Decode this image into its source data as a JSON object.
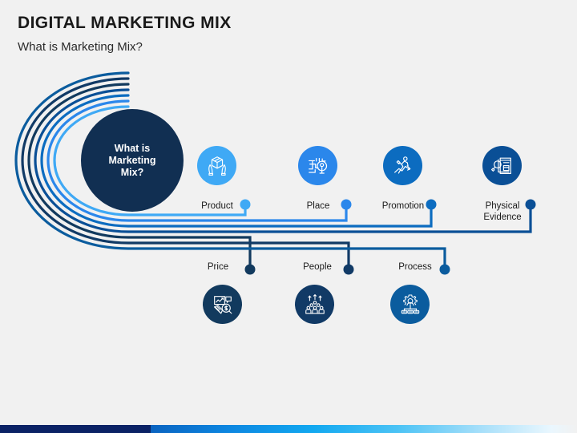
{
  "header": {
    "title": "DIGITAL MARKETING MIX",
    "subtitle": "What is Marketing Mix?"
  },
  "hub": {
    "line1": "What is",
    "line2": "Marketing",
    "line3": "Mix?",
    "color": "#112f52",
    "text_color": "#ffffff"
  },
  "colors": {
    "background": "#f1f1f1",
    "title_color": "#1a1a1a",
    "bar_navy": "#0b2265",
    "bar_blue": "#12a8f0"
  },
  "nodes": [
    {
      "id": "product",
      "label": "Product",
      "icon": "package-hands-icon",
      "color": "#3fa9f5",
      "row": "top",
      "label_position": "below"
    },
    {
      "id": "place",
      "label": "Place",
      "icon": "map-pin-icon",
      "color": "#2b87eb",
      "row": "top",
      "label_position": "below"
    },
    {
      "id": "promotion",
      "label": "Promotion",
      "icon": "growth-arrow-person-icon",
      "color": "#0c6cc0",
      "row": "top",
      "label_position": "below"
    },
    {
      "id": "physical-evidence",
      "label": "Physical\nEvidence",
      "icon": "magnifier-document-icon",
      "color": "#0a4f96",
      "row": "top",
      "label_position": "below"
    },
    {
      "id": "price",
      "label": "Price",
      "icon": "chart-dollar-magnifier-icon",
      "color": "#123a5e",
      "row": "bottom",
      "label_position": "above"
    },
    {
      "id": "people",
      "label": "People",
      "icon": "crowd-arrows-icon",
      "color": "#113a66",
      "row": "bottom",
      "label_position": "above"
    },
    {
      "id": "process",
      "label": "Process",
      "icon": "gear-flowchart-icon",
      "color": "#0b5c9e",
      "row": "bottom",
      "label_position": "above"
    }
  ],
  "connector_arcs": [
    {
      "node": "product",
      "color": "#3fa9f5"
    },
    {
      "node": "place",
      "color": "#2b87eb"
    },
    {
      "node": "promotion",
      "color": "#0c6cc0"
    },
    {
      "node": "physical-evidence",
      "color": "#0a4f96"
    },
    {
      "node": "price",
      "color": "#123a5e"
    },
    {
      "node": "people",
      "color": "#113a66"
    },
    {
      "node": "process",
      "color": "#0b5c9e"
    }
  ]
}
